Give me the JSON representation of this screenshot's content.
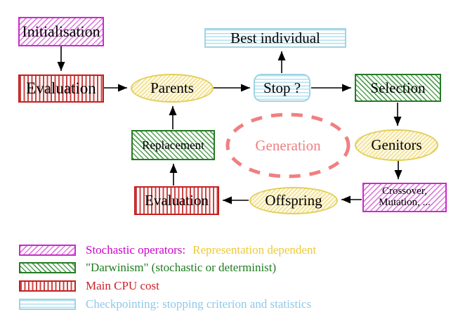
{
  "nodes": {
    "initialisation": "Initialisation",
    "evaluation_top": "Evaluation",
    "parents": "Parents",
    "best_individual": "Best individual",
    "stop": "Stop ?",
    "selection": "Selection",
    "genitors": "Genitors",
    "generation": "Generation",
    "replacement": "Replacement",
    "evaluation_bottom": "Evaluation",
    "offspring": "Offspring",
    "crossover_line1": "Crossover,",
    "crossover_line2": "Mutation, ..."
  },
  "legend": {
    "rows": [
      {
        "swatch": "magenta-diagonal-hatch",
        "label": "Stochastic operators:",
        "label_secondary": "Representation dependent"
      },
      {
        "swatch": "green-diagonal-hatch",
        "label": "\"Darwinism\" (stochastic or determinist)"
      },
      {
        "swatch": "red-vertical-lines",
        "label": "Main CPU cost"
      },
      {
        "swatch": "cyan-horizontal-lines",
        "label": "Checkpointing: stopping criterion and statistics"
      }
    ]
  },
  "colors": {
    "magenta": "#cc2acc",
    "green": "#267a26",
    "red": "#c42020",
    "cyan": "#9fd4e4",
    "yellow": "#e3cf58",
    "yellow_text": "#edc938",
    "salmon": "#ef8080",
    "arrow": "#000000"
  }
}
